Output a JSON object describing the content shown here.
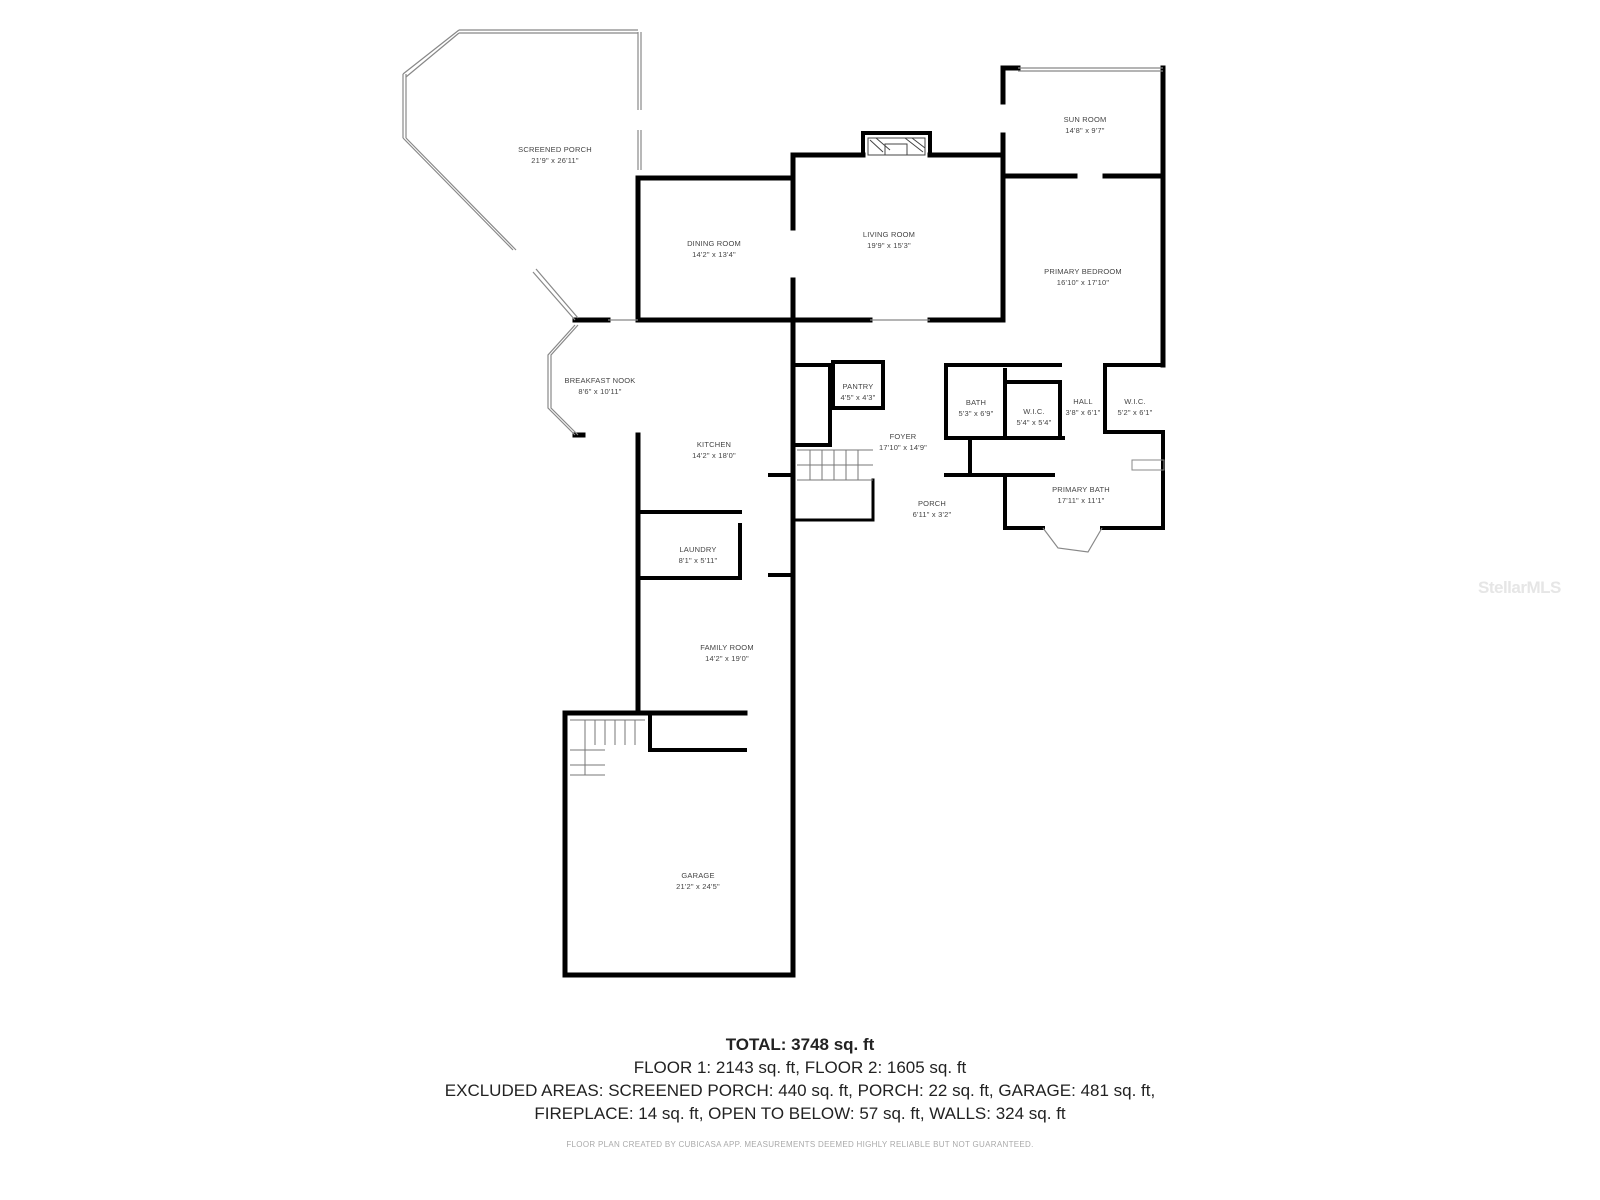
{
  "rooms": [
    {
      "name": "SCREENED PORCH",
      "dims": "21'9\" x 26'11\""
    },
    {
      "name": "DINING ROOM",
      "dims": "14'2\" x 13'4\""
    },
    {
      "name": "LIVING ROOM",
      "dims": "19'9\" x 15'3\""
    },
    {
      "name": "SUN ROOM",
      "dims": "14'8\" x 9'7\""
    },
    {
      "name": "PRIMARY BEDROOM",
      "dims": "16'10\" x 17'10\""
    },
    {
      "name": "BREAKFAST NOOK",
      "dims": "8'6\" x 10'11\""
    },
    {
      "name": "KITCHEN",
      "dims": "14'2\" x 18'0\""
    },
    {
      "name": "PANTRY",
      "dims": "4'5\" x 4'3\""
    },
    {
      "name": "FOYER",
      "dims": "17'10\" x 14'9\""
    },
    {
      "name": "BATH",
      "dims": "5'3\" x 6'9\""
    },
    {
      "name": "W.I.C.",
      "dims": "5'4\" x 5'4\""
    },
    {
      "name": "HALL",
      "dims": "3'8\" x 6'1\""
    },
    {
      "name": "W.I.C.",
      "dims": "5'2\" x 6'1\""
    },
    {
      "name": "PORCH",
      "dims": "6'11\" x 3'2\""
    },
    {
      "name": "PRIMARY BATH",
      "dims": "17'11\" x 11'1\""
    },
    {
      "name": "LAUNDRY",
      "dims": "8'1\" x 5'11\""
    },
    {
      "name": "FAMILY ROOM",
      "dims": "14'2\" x 19'0\""
    },
    {
      "name": "GARAGE",
      "dims": "21'2\" x 24'5\""
    }
  ],
  "summary": {
    "total": "TOTAL: 3748 sq. ft",
    "floors": "FLOOR 1: 2143 sq. ft, FLOOR 2: 1605 sq. ft",
    "excluded_1": "EXCLUDED AREAS: SCREENED PORCH: 440 sq. ft, PORCH: 22 sq. ft, GARAGE: 481 sq. ft,",
    "excluded_2": "FIREPLACE: 14 sq. ft, OPEN TO BELOW: 57 sq. ft, WALLS: 324 sq. ft",
    "disclaimer": "FLOOR PLAN CREATED BY CUBICASA APP. MEASUREMENTS DEEMED HIGHLY RELIABLE BUT NOT GUARANTEED."
  },
  "watermark": "StellarMLS",
  "colors": {
    "wall": "#000000",
    "window": "#9a9a9a",
    "text": "#444444"
  }
}
